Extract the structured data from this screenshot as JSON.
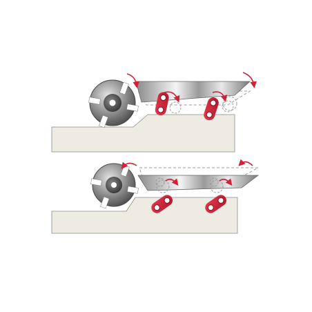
{
  "diagram": {
    "panels": [
      {
        "id": "top",
        "state": "raised",
        "link_color": "#d51f35"
      },
      {
        "id": "bottom",
        "state": "lowered",
        "link_color": "#d51f35"
      }
    ],
    "colors": {
      "base": "#eeebe3",
      "base_stroke": "#8a8a8a",
      "plate_light": "#f2f2f2",
      "plate_dark": "#7a7a7a",
      "cutter_light": "#d7d7d7",
      "cutter_dark": "#4d4d4d",
      "arrow": "#d51f35",
      "ghost": "#9a9a9a"
    },
    "icons": [
      "cutter-head-icon",
      "lever-link-icon",
      "rotation-arrow-icon"
    ]
  }
}
